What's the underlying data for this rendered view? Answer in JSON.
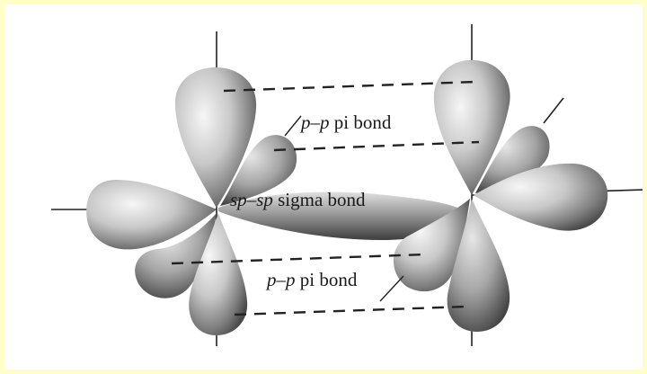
{
  "labels": {
    "pi_bond_top": {
      "prefix": "p",
      "dash": "–",
      "suffix": "p",
      "rest": " pi bond"
    },
    "sigma_bond": {
      "prefix": "sp",
      "dash": "–",
      "suffix": "sp",
      "rest": " sigma bond"
    },
    "pi_bond_bottom": {
      "prefix": "p",
      "dash": "–",
      "suffix": "p",
      "rest": " pi bond"
    }
  },
  "colors": {
    "page_border": "#ffffcc",
    "lobe_light": "#f2f2f2",
    "lobe_dark": "#4a4a4a",
    "line": "#222222"
  }
}
